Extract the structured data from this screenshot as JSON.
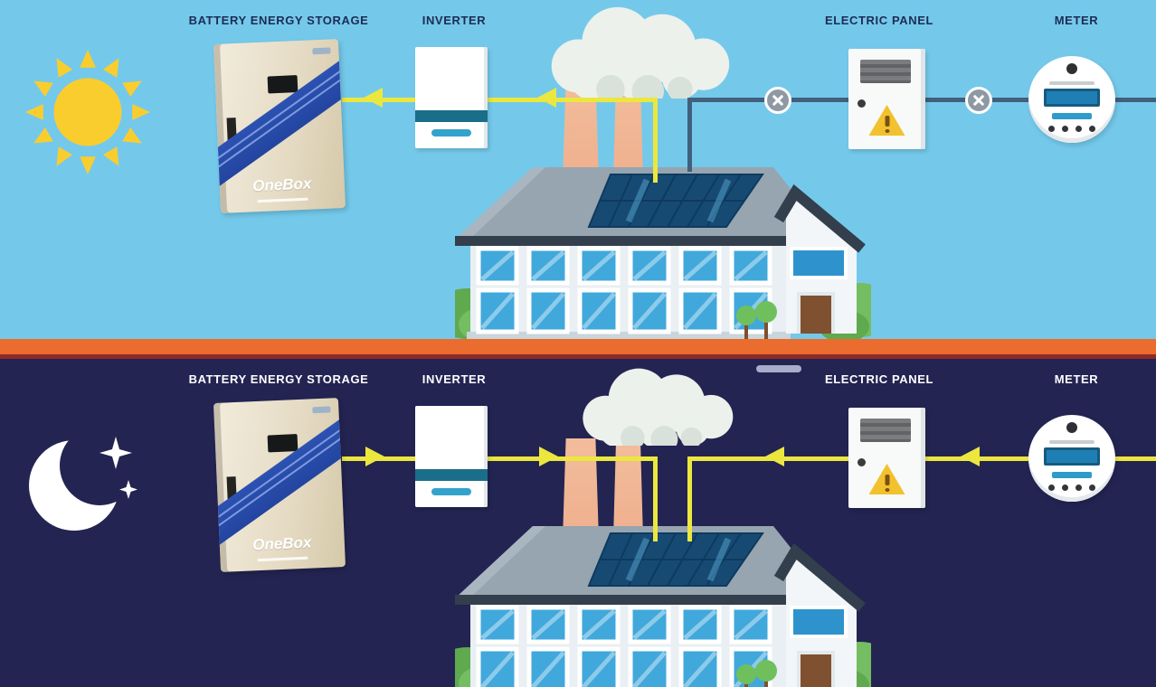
{
  "sections": {
    "day": {
      "labels": {
        "battery_storage": "BATTERY ENERGY STORAGE",
        "inverter": "INVERTER",
        "electric_panel": "ELECTRIC PANEL",
        "meter": "METER"
      },
      "battery_logo": "OneBox"
    },
    "night": {
      "labels": {
        "battery_storage": "BATTERY ENERGY STORAGE",
        "inverter": "INVERTER",
        "electric_panel": "ELECTRIC PANEL",
        "meter": "METER"
      },
      "battery_logo": "OneBox"
    }
  },
  "colors": {
    "day_sky": "#74C9EB",
    "night_sky": "#232452",
    "divider_orange": "#EA6C2F",
    "divider_red": "#8E2A28",
    "flow_yellow": "#ECE73E",
    "grid_line": "#41607C",
    "label_day": "#1D2C55",
    "label_night": "#FFFFFF",
    "battery_ribbon": "#2C52B2",
    "inverter_stripe": "#1A6E8A",
    "inverter_accent": "#34A3CC",
    "warning_yellow": "#F2C12E",
    "meter_blue": "#1F7FB5",
    "connector_gray": "#8E99A4",
    "house_wall": "#E9EFF3",
    "house_roof": "#96A5B0",
    "roof_edge": "#333F4C",
    "window_blue": "#41A8DC",
    "solar_blue": "#174A73",
    "chimney": "#EFAF8E",
    "cloud": "#ECF1EC",
    "door_brown": "#7F5130",
    "sun_yellow": "#FACD2E",
    "dash_gray": "#A9ACCA"
  }
}
